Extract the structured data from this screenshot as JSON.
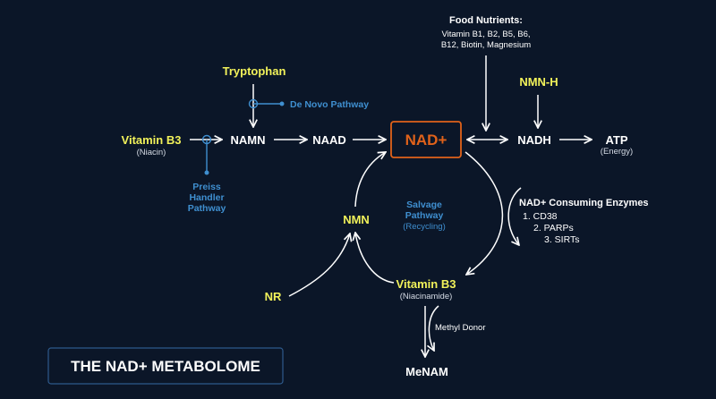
{
  "title": "THE NAD+ METABOLOME",
  "nodes": {
    "food_title": "Food Nutrients:",
    "food_line1": "Vitamin B1, B2, B5, B6,",
    "food_line2": "B12, Biotin, Magnesium",
    "tryptophan": "Tryptophan",
    "de_novo": "De Novo Pathway",
    "vitamin_b3_left": "Vitamin B3",
    "vitamin_b3_left_sub": "(Niacin)",
    "namn": "NAMN",
    "naad": "NAAD",
    "nad": "NAD+",
    "nadh": "NADH",
    "atp": "ATP",
    "atp_sub": "(Energy)",
    "nmn_h": "NMN-H",
    "preiss_1": "Preiss",
    "preiss_2": "Handler",
    "preiss_3": "Pathway",
    "nmn": "NMN",
    "salvage_1": "Salvage",
    "salvage_2": "Pathway",
    "salvage_sub": "(Recycling)",
    "consuming_title": "NAD+ Consuming Enzymes",
    "enzyme_1": "1. CD38",
    "enzyme_2": "2. PARPs",
    "enzyme_3": "3. SIRTs",
    "nr": "NR",
    "vitamin_b3_bottom": "Vitamin B3",
    "vitamin_b3_bottom_sub": "(Niacinamide)",
    "methyl_donor": "Methyl Donor",
    "menam": "MeNAM"
  },
  "colors": {
    "background": "#0b1628",
    "white": "#ffffff",
    "yellow": "#f2f25a",
    "blue": "#3f8fd0",
    "orange": "#e0621a"
  }
}
